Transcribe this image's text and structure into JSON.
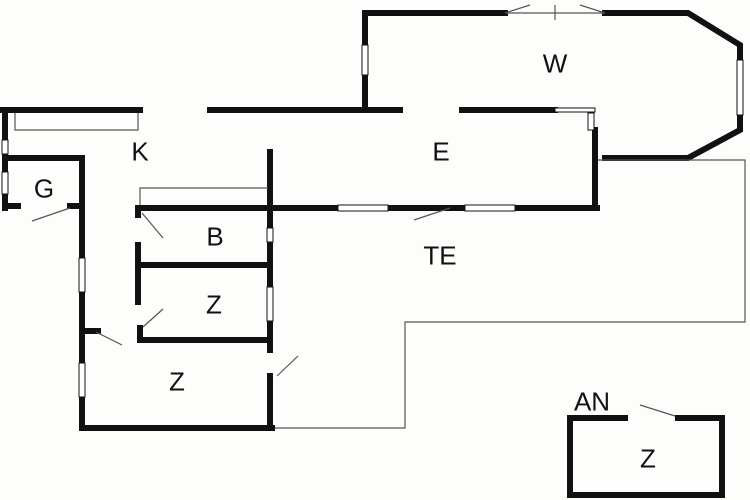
{
  "rooms": {
    "w": "W",
    "k": "K",
    "e": "E",
    "g": "G",
    "b": "B",
    "z1": "Z",
    "te": "TE",
    "z2": "Z",
    "an": "AN",
    "z3": "Z"
  },
  "colors": {
    "wall": "#111111",
    "background": "#fdfdfb",
    "thin": "#555555"
  }
}
